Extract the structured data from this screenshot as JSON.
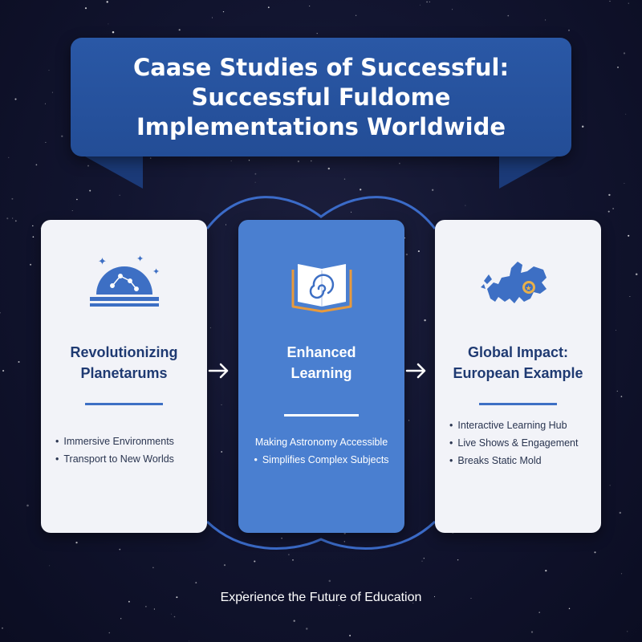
{
  "banner": {
    "title": "Caase Studies of Successful:\nSuccessful Fuldome\nImplementations Worldwide"
  },
  "cards": [
    {
      "title": "Revolutionizing\nPlanetarums",
      "icon": "planetarium-dome-icon",
      "items": [
        "Immersive Environments",
        "Transport to New Worlds"
      ]
    },
    {
      "title": "Enhanced\nLearning",
      "icon": "open-book-icon",
      "items": [
        "Making Astronomy Accessible",
        "Simplifies Complex Subjects"
      ]
    },
    {
      "title": "Global Impact:\nEuropean Example",
      "icon": "europe-map-icon",
      "items": [
        "Interactive Learning Hub",
        "Live Shows & Engagement",
        "Breaks Static Mold"
      ]
    }
  ],
  "footer": {
    "text": "Experience the Future of Education"
  },
  "colors": {
    "banner": "#2a58a6",
    "accent": "#3d6fc4",
    "middle_card": "#4a7fd0",
    "light_card": "#f2f3f8",
    "book_orange": "#e89a3c"
  }
}
